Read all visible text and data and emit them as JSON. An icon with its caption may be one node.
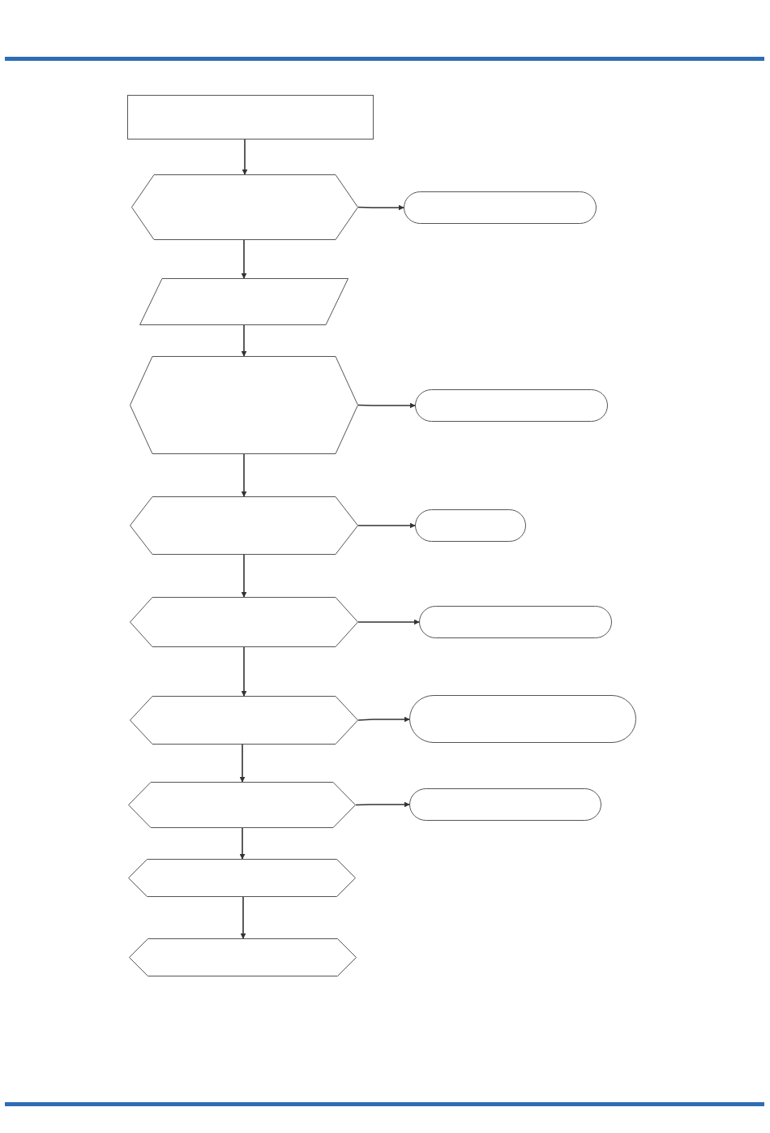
{
  "diagram": {
    "nodes": [
      {
        "text": [],
        "shape": "box"
      },
      {
        "text": [],
        "shape": "hexagon"
      },
      {
        "text": [],
        "shape": "pill"
      },
      {
        "text": [],
        "shape": "parallelogram"
      },
      {
        "text": [],
        "shape": "hexagon"
      },
      {
        "text": [],
        "shape": "pill"
      },
      {
        "text": [],
        "shape": "hexagon"
      },
      {
        "text": [],
        "shape": "pill"
      },
      {
        "text": [],
        "shape": "hexagon"
      },
      {
        "text": [],
        "shape": "pill"
      },
      {
        "text": [],
        "shape": "hexagon"
      },
      {
        "text": [],
        "shape": "pill"
      },
      {
        "text": [],
        "shape": "hexagon"
      },
      {
        "text": [],
        "shape": "pill"
      },
      {
        "text": [],
        "shape": "hexagon"
      },
      {
        "text": [],
        "shape": "hexagon"
      }
    ],
    "edges": [
      {
        "from": 0,
        "to": 1,
        "arrow": "to"
      },
      {
        "from": 1,
        "to": 2,
        "arrow": "to"
      },
      {
        "from": 1,
        "to": 3,
        "arrow": "to"
      },
      {
        "from": 3,
        "to": 4,
        "arrow": "to"
      },
      {
        "from": 4,
        "to": 5,
        "arrow": "to"
      },
      {
        "from": 4,
        "to": 6,
        "arrow": "to"
      },
      {
        "from": 6,
        "to": 7,
        "arrow": "to"
      },
      {
        "from": 6,
        "to": 8,
        "arrow": "to"
      },
      {
        "from": 8,
        "to": 9,
        "arrow": "to"
      },
      {
        "from": 8,
        "to": 10,
        "arrow": "to"
      },
      {
        "from": 10,
        "to": 11,
        "arrow": "to"
      },
      {
        "from": 10,
        "to": 12,
        "arrow": "to"
      },
      {
        "from": 12,
        "to": 13,
        "arrow": "to"
      },
      {
        "from": 12,
        "to": 14,
        "arrow": "to"
      },
      {
        "from": 14,
        "to": 15,
        "arrow": "to"
      }
    ]
  }
}
